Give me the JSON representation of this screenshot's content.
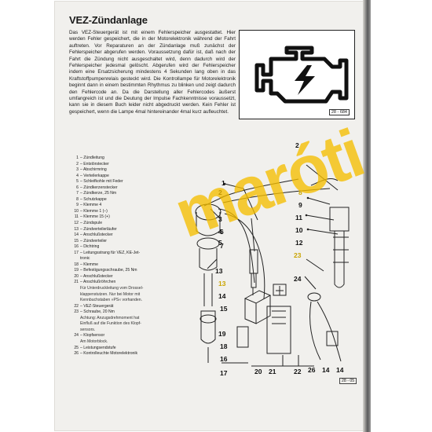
{
  "title": "VEZ-Zündanlage",
  "intro": "Das VEZ-Steuergerät ist mit einem Fehlerspeicher ausgestattet. Hier werden Fehler gespeichert, die in der Motorelektronik während der Fahrt auftreten. Vor Reparaturen an der Zündanlage muß zunächst der Fehlerspeicher abgerufen werden. Voraussetzung dafür ist, daß nach der Fahrt die Zündung nicht ausgeschaltet wird, denn dadurch wird der Fehlerspeicher jedesmal gelöscht. Abgerufen wird der Fehlerspeicher indem eine Ersatzsicherung mindestens 4 Sekunden lang oben in das Kraftstoffpumpenrelais gesteckt wird. Die Kontrollampe für Motorelektronik beginnt dann in einem bestimmten Rhythmus zu blinken und zeigt dadurch den Fehlercode an. Da die Darstellung aller Fehlercodes äußerst umfangreich ist und die Deutung der Impulse Fachkenntnisse voraussetzt, kann sie in diesem Buch leider nicht abgedruckt werden. Kein Fehler ist gespeichert, wenn die Lampe 4mal hintereinander 4mal kurz aufleuchtet.",
  "engine_figure_ref": "28 - 684",
  "diagram_figure_ref": "28 - 05",
  "watermark": "maróti",
  "legend": [
    {
      "num": "1",
      "text": "– Zündleitung"
    },
    {
      "num": "2",
      "text": "– Entstörstecker"
    },
    {
      "num": "3",
      "text": "– Abschirmring"
    },
    {
      "num": "4",
      "text": "– Verteilerkappe"
    },
    {
      "num": "5",
      "text": "– Schleifkohle mit Feder"
    },
    {
      "num": "6",
      "text": "– Zündkerzenstecker"
    },
    {
      "num": "7",
      "text": "– Zündkerze, 25 Nm"
    },
    {
      "num": "8",
      "text": "– Schutzkappe"
    },
    {
      "num": "9",
      "text": "– Klemme 4"
    },
    {
      "num": "10",
      "text": "– Klemme 1 (–)"
    },
    {
      "num": "11",
      "text": "– Klemme 15 (+)"
    },
    {
      "num": "12",
      "text": "– Zündspule"
    },
    {
      "num": "13",
      "text": "– Zündverteilerläufer"
    },
    {
      "num": "14",
      "text": "– Anschlußstecker"
    },
    {
      "num": "15",
      "text": "– Zündverteiler"
    },
    {
      "num": "16",
      "text": "– Dichtring"
    },
    {
      "num": "17",
      "text": "– Leitungsstrang für VEZ, KE-Jet-"
    },
    {
      "num": "",
      "text": "tronic"
    },
    {
      "num": "18",
      "text": "– Klemme"
    },
    {
      "num": "19",
      "text": "– Befestigungsschraube, 25 Nm"
    },
    {
      "num": "20",
      "text": "– Anschlußstecker"
    },
    {
      "num": "21",
      "text": "– Anschlußröhrchen"
    },
    {
      "num": "",
      "text": "Für Unterdruckleitung vom Drossel-",
      "sub": true
    },
    {
      "num": "",
      "text": "klappenstutzen. Nur bei Motor mit",
      "sub": true
    },
    {
      "num": "",
      "text": "Kennbuchstaben »PS« vorhanden.",
      "sub": true
    },
    {
      "num": "22",
      "text": "– VEZ-Steuergerät"
    },
    {
      "num": "23",
      "text": "– Schraube, 20 Nm"
    },
    {
      "num": "",
      "text": "Achtung: Anzugsdrehmoment hat",
      "sub": true
    },
    {
      "num": "",
      "text": "Einfluß auf die Funktion des Klopf-",
      "sub": true
    },
    {
      "num": "",
      "text": "sensors.",
      "sub": true
    },
    {
      "num": "24",
      "text": "– Klopfsensor"
    },
    {
      "num": "",
      "text": "Am Motorblock.",
      "sub": true
    },
    {
      "num": "25",
      "text": "– Leistungsendstufe"
    },
    {
      "num": "26",
      "text": "– Kontrolleuchte Motorelektronik"
    }
  ],
  "diagram_labels": [
    {
      "id": "1",
      "text": "1"
    },
    {
      "id": "2a",
      "text": "2"
    },
    {
      "id": "2b",
      "text": "2"
    },
    {
      "id": "3",
      "text": "3"
    },
    {
      "id": "4",
      "text": "4"
    },
    {
      "id": "5",
      "text": "5"
    },
    {
      "id": "6",
      "text": "6"
    },
    {
      "id": "7",
      "text": "7"
    },
    {
      "id": "8",
      "text": "8"
    },
    {
      "id": "9",
      "text": "9"
    },
    {
      "id": "10",
      "text": "10"
    },
    {
      "id": "11",
      "text": "11"
    },
    {
      "id": "12",
      "text": "12"
    },
    {
      "id": "13a",
      "text": "13"
    },
    {
      "id": "13b",
      "text": "13"
    },
    {
      "id": "14a",
      "text": "14"
    },
    {
      "id": "14b",
      "text": "14"
    },
    {
      "id": "14c",
      "text": "14"
    },
    {
      "id": "15",
      "text": "15"
    },
    {
      "id": "16",
      "text": "16"
    },
    {
      "id": "17",
      "text": "17"
    },
    {
      "id": "18",
      "text": "18"
    },
    {
      "id": "19",
      "text": "19"
    },
    {
      "id": "20",
      "text": "20"
    },
    {
      "id": "21",
      "text": "21"
    },
    {
      "id": "22",
      "text": "22"
    },
    {
      "id": "23",
      "text": "23"
    },
    {
      "id": "24",
      "text": "24"
    },
    {
      "id": "26",
      "text": "26"
    }
  ]
}
